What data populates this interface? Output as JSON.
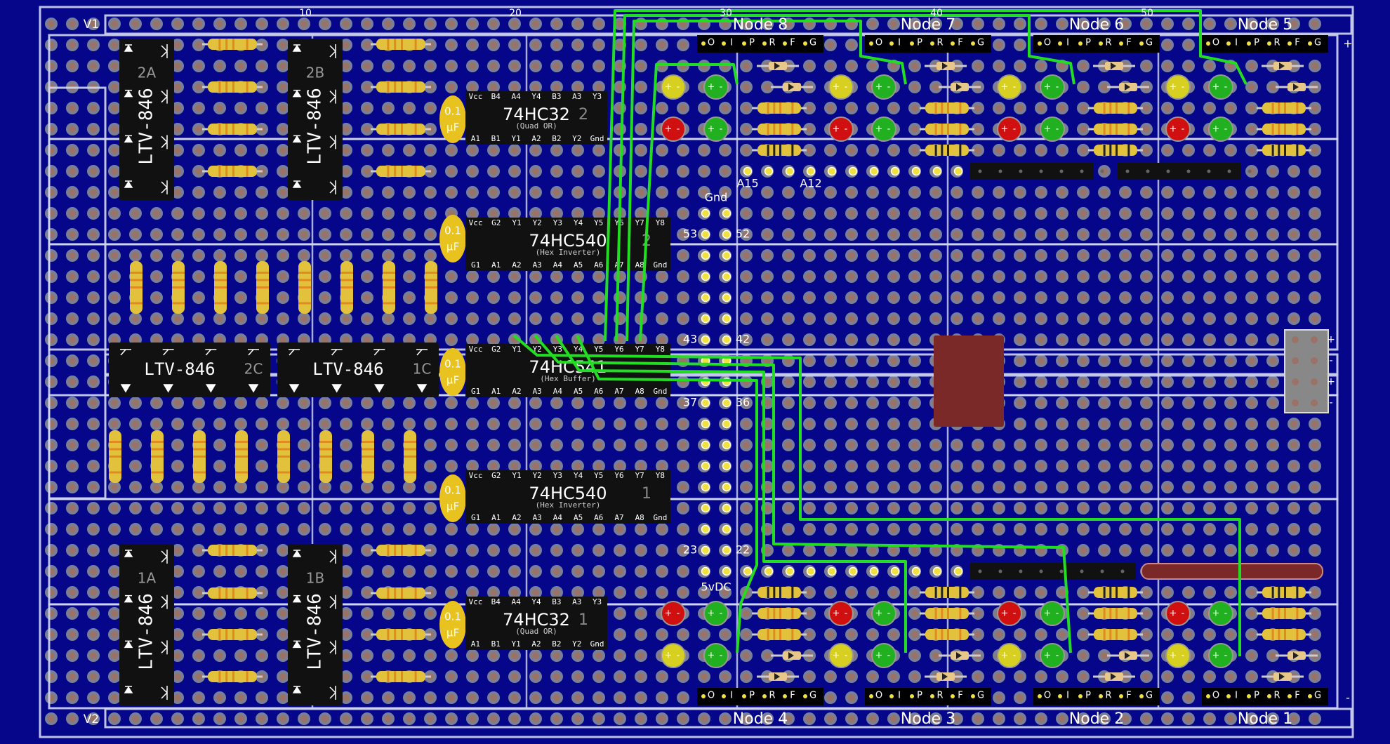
{
  "rails": {
    "v1": "V1",
    "v2": "V2",
    "ruler": [
      "10",
      "20",
      "30",
      "40",
      "50"
    ],
    "plus": "+",
    "minus": "-"
  },
  "nodes": [
    "Node 8",
    "Node 7",
    "Node 6",
    "Node 5",
    "Node 4",
    "Node 3",
    "Node 2",
    "Node 1"
  ],
  "header_pins": [
    "O",
    "I",
    "P",
    "R",
    "F",
    "G"
  ],
  "optocouplers": {
    "part": "LTV-846",
    "labels": [
      "2A",
      "2B",
      "2C",
      "1C",
      "1A",
      "1B"
    ]
  },
  "capacitor": {
    "value_line1": "0.1",
    "value_line2": "µF"
  },
  "ic_74hc32_2": {
    "name": "74HC32",
    "index": "2",
    "desc": "(Quad OR)",
    "top_pins": [
      "Vcc",
      "B4",
      "A4",
      "Y4",
      "B3",
      "A3",
      "Y3"
    ],
    "bottom_pins": [
      "A1",
      "B1",
      "Y1",
      "A2",
      "B2",
      "Y2",
      "Gnd"
    ]
  },
  "ic_74hc540_2": {
    "name": "74HC540",
    "index": "2",
    "desc": "(Hex Inverter)",
    "top_pins": [
      "Vcc",
      "G2",
      "Y1",
      "Y2",
      "Y3",
      "Y4",
      "Y5",
      "Y6",
      "Y7",
      "Y8"
    ],
    "bottom_pins": [
      "G1",
      "A1",
      "A2",
      "A3",
      "A4",
      "A5",
      "A6",
      "A7",
      "A8",
      "Gnd"
    ]
  },
  "ic_74hc541": {
    "name": "74HC541",
    "index": "",
    "desc": "(Hex Buffer)",
    "top_pins": [
      "Vcc",
      "G2",
      "Y1",
      "Y2",
      "Y3",
      "Y4",
      "Y5",
      "Y6",
      "Y7",
      "Y8"
    ],
    "bottom_pins": [
      "G1",
      "A1",
      "A2",
      "A3",
      "A4",
      "A5",
      "A6",
      "A7",
      "A8",
      "Gnd"
    ]
  },
  "ic_74hc540_1": {
    "name": "74HC540",
    "index": "1",
    "desc": "(Hex Inverter)",
    "top_pins": [
      "Vcc",
      "G2",
      "Y1",
      "Y2",
      "Y3",
      "Y4",
      "Y5",
      "Y6",
      "Y7",
      "Y8"
    ],
    "bottom_pins": [
      "G1",
      "A1",
      "A2",
      "A3",
      "A4",
      "A5",
      "A6",
      "A7",
      "A8",
      "Gnd"
    ]
  },
  "ic_74hc32_1": {
    "name": "74HC32",
    "index": "1",
    "desc": "(Quad OR)",
    "top_pins": [
      "Vcc",
      "B4",
      "A4",
      "Y4",
      "B3",
      "A3",
      "Y3"
    ],
    "bottom_pins": [
      "A1",
      "B1",
      "Y1",
      "A2",
      "B2",
      "Y2",
      "Gnd"
    ]
  },
  "connector_labels": {
    "gnd": "Gnd",
    "a15": "A15",
    "a12": "A12",
    "p53": "53",
    "p52": "52",
    "p43": "43",
    "p42": "42",
    "p37": "37",
    "p36": "36",
    "p23": "23",
    "p22": "22",
    "vdc": "5vDC"
  },
  "led_signs": {
    "plus": "+",
    "minus": "-"
  },
  "power_terminal": [
    "+",
    "-",
    "+",
    "-"
  ],
  "colors": {
    "board": "#06068a",
    "hole": "#9a7268",
    "hole_ring": "#7a7f98",
    "strip": "#d0d6ee",
    "wire": "#22dd22",
    "chip": "#111111",
    "resistor": "#e2c23c",
    "capacitor": "#e8c21e",
    "led_red": "#d01010",
    "led_green": "#20b020",
    "led_yellow": "#d8d020",
    "pad": "#f0e040",
    "brown_block": "#7a2828"
  }
}
